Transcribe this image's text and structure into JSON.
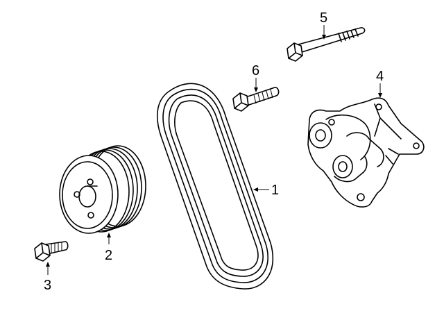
{
  "diagram": {
    "parts": [
      {
        "id": "belt",
        "callout": "1"
      },
      {
        "id": "pulley",
        "callout": "2"
      },
      {
        "id": "pulley-bolt",
        "callout": "3"
      },
      {
        "id": "water-pump",
        "callout": "4"
      },
      {
        "id": "pump-long-bolt",
        "callout": "5"
      },
      {
        "id": "pump-bolt",
        "callout": "6"
      }
    ]
  }
}
